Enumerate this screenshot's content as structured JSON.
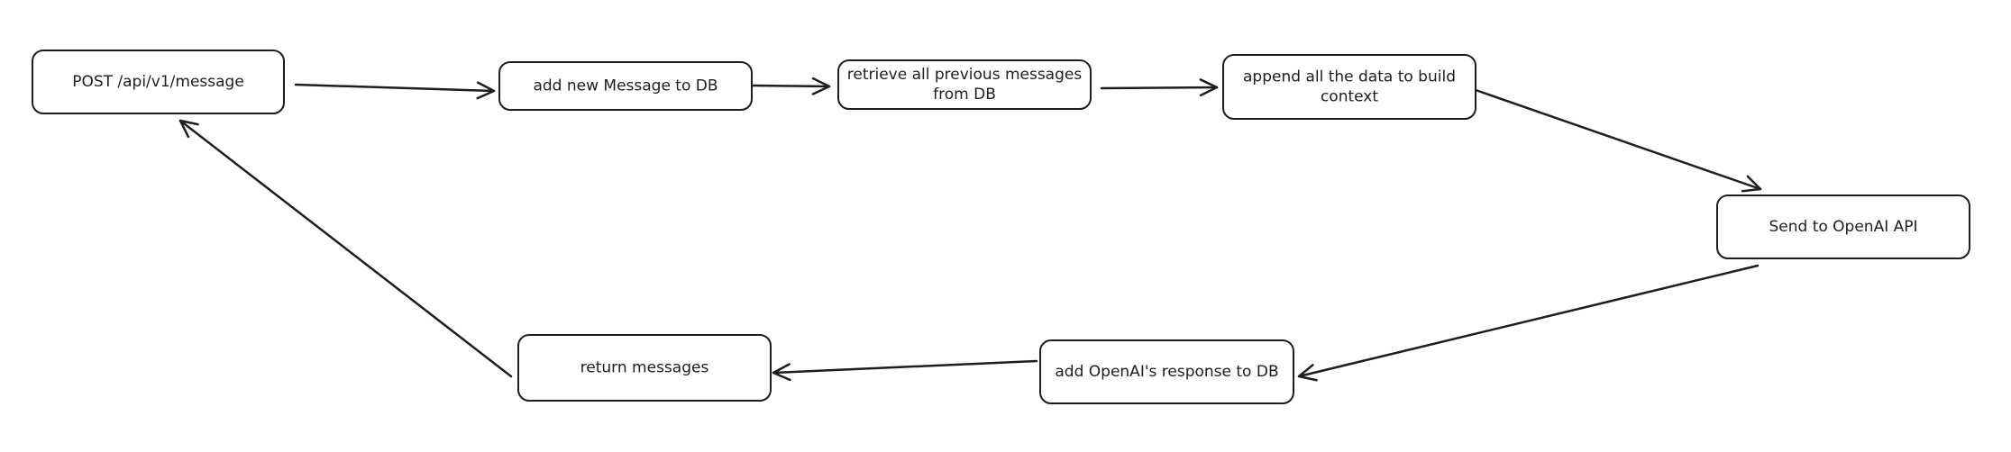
{
  "diagram": {
    "nodes": [
      {
        "id": "post-message",
        "name": "node-post-message",
        "lines": [
          "POST /api/v1/message"
        ]
      },
      {
        "id": "add-message",
        "name": "node-add-new-message",
        "lines": [
          "add new Message to DB"
        ]
      },
      {
        "id": "retrieve-messages",
        "name": "node-retrieve-messages",
        "lines": [
          "retrieve all previous messages",
          "from DB"
        ]
      },
      {
        "id": "append-context",
        "name": "node-append-context",
        "lines": [
          "append all the data to build",
          "context"
        ]
      },
      {
        "id": "send-openai",
        "name": "node-send-openai",
        "lines": [
          "Send to OpenAI API"
        ]
      },
      {
        "id": "add-response",
        "name": "node-add-openai-response",
        "lines": [
          "add OpenAI's response to DB"
        ]
      },
      {
        "id": "return-messages",
        "name": "node-return-messages",
        "lines": [
          "return messages"
        ]
      }
    ],
    "edges": [
      {
        "from": "post-message",
        "to": "add-message"
      },
      {
        "from": "add-message",
        "to": "retrieve-messages"
      },
      {
        "from": "retrieve-messages",
        "to": "append-context"
      },
      {
        "from": "append-context",
        "to": "send-openai"
      },
      {
        "from": "send-openai",
        "to": "add-response"
      },
      {
        "from": "add-response",
        "to": "return-messages"
      },
      {
        "from": "return-messages",
        "to": "post-message"
      }
    ]
  }
}
